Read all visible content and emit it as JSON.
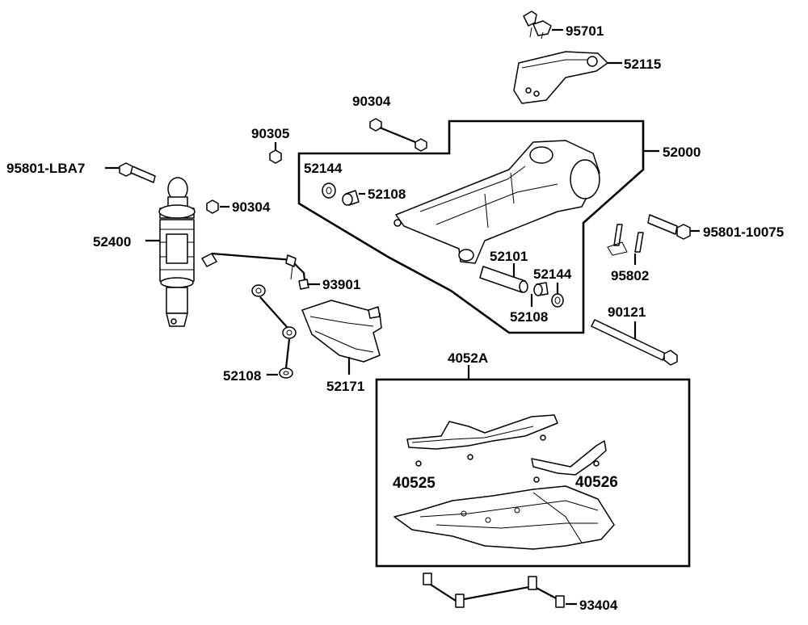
{
  "labels": {
    "p95701": "95701",
    "p52115": "52115",
    "p90304_top": "90304",
    "p90305": "90305",
    "p52000": "52000",
    "p95801_lba7": "95801-LBA7",
    "p52144_a": "52144",
    "p52108_a": "52108",
    "p90304_mid": "90304",
    "p52400": "52400",
    "p95801_10075": "95801-10075",
    "p52101": "52101",
    "p52144_b": "52144",
    "p52108_b": "52108",
    "p95802": "95802",
    "p93901": "93901",
    "p90121": "90121",
    "p52108_c": "52108",
    "p52171": "52171",
    "p4052a": "4052A",
    "p40525": "40525",
    "p40526": "40526",
    "p93404": "93404"
  }
}
